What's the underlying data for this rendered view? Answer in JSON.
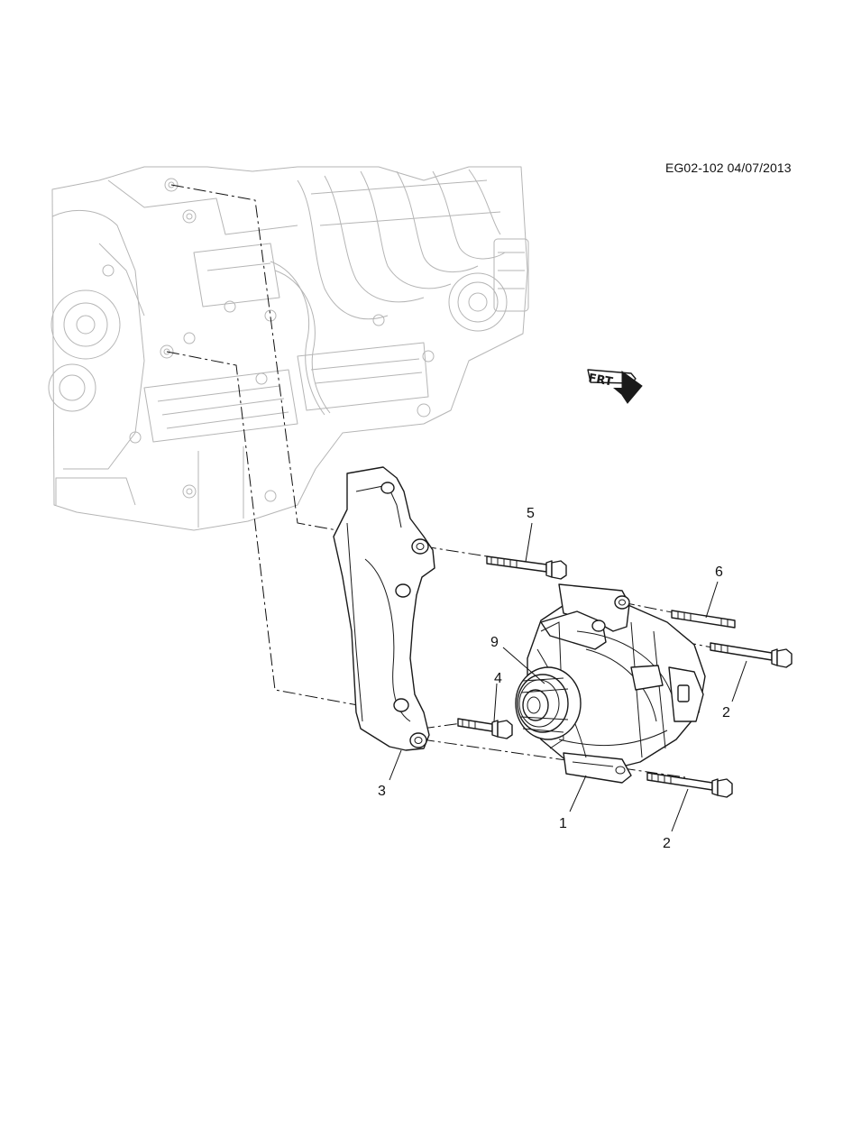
{
  "reference_code": "EG02-102 04/07/2013",
  "direction_arrow": {
    "label": "FRT",
    "icon": "front-direction-arrow-icon"
  },
  "callouts": [
    {
      "id": "c1",
      "label": "1"
    },
    {
      "id": "c2a",
      "label": "2"
    },
    {
      "id": "c2b",
      "label": "2"
    },
    {
      "id": "c3",
      "label": "3"
    },
    {
      "id": "c4",
      "label": "4"
    },
    {
      "id": "c5",
      "label": "5"
    },
    {
      "id": "c6",
      "label": "6"
    },
    {
      "id": "c9",
      "label": "9"
    }
  ]
}
